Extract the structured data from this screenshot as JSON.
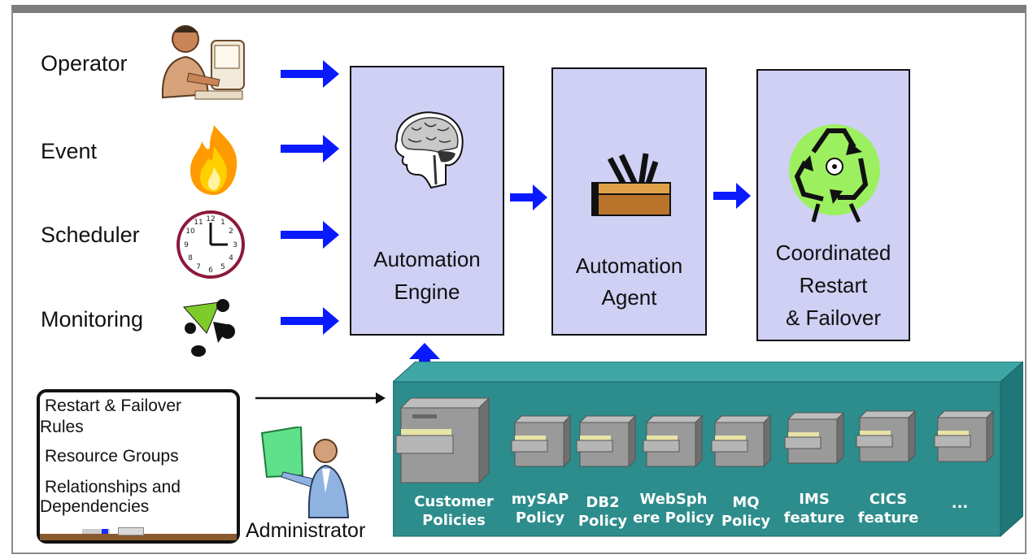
{
  "sources": [
    {
      "label": "Operator",
      "icon": "operator-icon"
    },
    {
      "label": "Event",
      "icon": "fire-icon"
    },
    {
      "label": "Scheduler",
      "icon": "clock-icon"
    },
    {
      "label": "Monitoring",
      "icon": "monitoring-icon"
    }
  ],
  "boxes": [
    {
      "lines": [
        "Automation",
        "Engine"
      ],
      "icon": "brain-icon"
    },
    {
      "lines": [
        "Automation",
        "Agent"
      ],
      "icon": "toolbox-icon"
    },
    {
      "lines": [
        "Coordinated",
        "Restart",
        "& Failover"
      ],
      "icon": "recycle-icon"
    }
  ],
  "rules_board": {
    "items": [
      "Restart & Failover",
      "Rules",
      "Resource Groups",
      "Relationships and",
      "Dependencies"
    ]
  },
  "administrator": {
    "label": "Administrator",
    "icon": "administrator-icon"
  },
  "cabinets": [
    {
      "line1": "Customer",
      "line2": "Policies"
    },
    {
      "line1": "mySAP",
      "line2": "Policy"
    },
    {
      "line1": "DB2",
      "line2": "Policy"
    },
    {
      "line1": "WebSph",
      "line2": "ere Policy"
    },
    {
      "line1": "MQ",
      "line2": "Policy"
    },
    {
      "line1": "IMS",
      "line2": "feature"
    },
    {
      "line1": "CICS",
      "line2": "feature"
    },
    {
      "line1": "...",
      "line2": ""
    }
  ],
  "colors": {
    "arrow": "#0a1aff",
    "box_fill": "#cfd0f4",
    "shelf": "#2d8c8c",
    "recycle_bg": "#9cf060"
  }
}
